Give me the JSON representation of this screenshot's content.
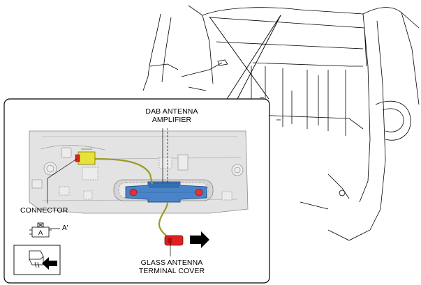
{
  "labels": {
    "dab_antenna_amplifier": [
      "DAB ANTENNA",
      "AMPLIFIER"
    ],
    "connector": "CONNECTOR",
    "glass_antenna_terminal_cover": [
      "GLASS ANTENNA",
      "TERMINAL COVER"
    ],
    "connector_symbol_letter": "A",
    "connector_symbol_mark": "A'"
  },
  "colors": {
    "line": "#000000",
    "panel_gray": "#e3e3e3",
    "amplifier_blue": "#4a84c8",
    "connector_yellow": "#e6e23a",
    "wire_olive": "#9a9a2a",
    "terminal_cover_red": "#e02020",
    "clip_red": "#e83030"
  },
  "icons": [
    "callout-arrow-icon",
    "push-arrow-icon",
    "connector-symbol-icon"
  ]
}
